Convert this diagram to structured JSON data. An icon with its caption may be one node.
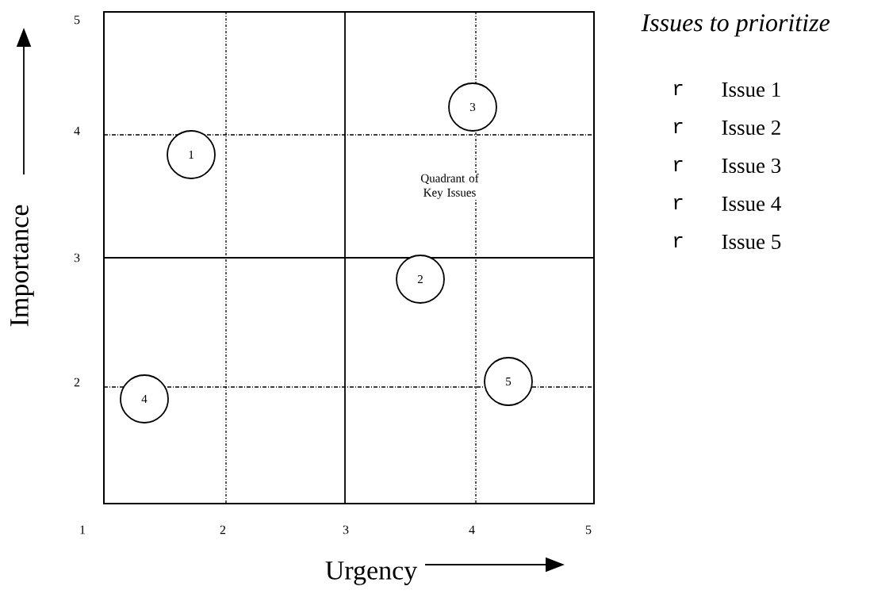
{
  "diagram": {
    "title": "Issues to prioritize",
    "nodes": [
      {
        "text": [
          "1"
        ]
      },
      {
        "text": [
          "3"
        ]
      },
      {
        "text": [
          "2"
        ]
      },
      {
        "text": [
          "5"
        ]
      },
      {
        "text": [
          "4"
        ]
      }
    ],
    "labels": [
      "5",
      "4",
      "Quadrant of Key Issues",
      "Importance",
      "3",
      "2",
      "1",
      "2",
      "3",
      "4",
      "5",
      "Urgency",
      "r",
      "Issue 1",
      "r",
      "Issue 2",
      "r",
      "Issue 3",
      "r",
      "Issue 4",
      "r",
      "Issue 5"
    ]
  }
}
